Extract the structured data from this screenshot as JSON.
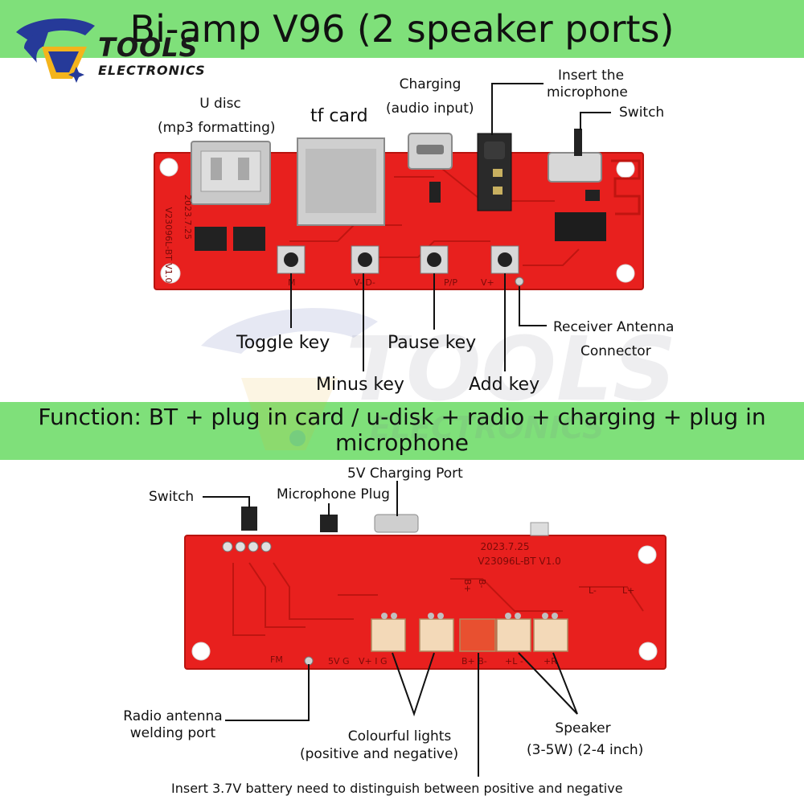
{
  "header": {
    "title": "Bi-amp V96 (2 speaker ports)",
    "logo_main": "TOOLS",
    "logo_sub": "ELECTRONICS"
  },
  "colors": {
    "band": "#7fe07a",
    "pcb": "#e8201e",
    "pcb_dark": "#b8140f",
    "connector": "#f3d9b8"
  },
  "top_board": {
    "silkscreen_version": "V23096L-BT V1.0",
    "silkscreen_date": "2023.7.25",
    "button_marks": [
      "M",
      "V- D-",
      "P/P",
      "V+"
    ],
    "labels": {
      "u_disc_1": "U disc",
      "u_disc_2": "(mp3 formatting)",
      "tf_card": "tf card",
      "charging_1": "Charging",
      "charging_2": "(audio input)",
      "mic_1": "Insert the",
      "mic_2": "microphone",
      "switch": "Switch",
      "toggle_key": "Toggle key",
      "minus_key": "Minus key",
      "pause_key": "Pause key",
      "add_key": "Add key",
      "antenna_1": "Receiver Antenna",
      "antenna_2": "Connector"
    }
  },
  "function_text": "Function: BT + plug in card / u-disk + radio + charging + plug in microphone",
  "bottom_board": {
    "silkscreen_date": "2023.7.25",
    "silkscreen_version": "V23096L-BT V1.0",
    "silk_marks": [
      "FM",
      "5V G",
      "V+ I G",
      "B+ B-",
      "+L -",
      "+R",
      "L-",
      "L+",
      "B+",
      "B-"
    ],
    "labels": {
      "switch": "Switch",
      "mic_plug": "Microphone Plug",
      "charging_port": "5V Charging Port",
      "radio_1": "Radio antenna",
      "radio_2": "welding port",
      "lights_1": "Colourful lights",
      "lights_2": "(positive and negative)",
      "speaker_1": "Speaker",
      "speaker_2": "(3-5W) (2-4 inch)",
      "battery": "Insert 3.7V battery need to distinguish between positive and negative"
    }
  }
}
